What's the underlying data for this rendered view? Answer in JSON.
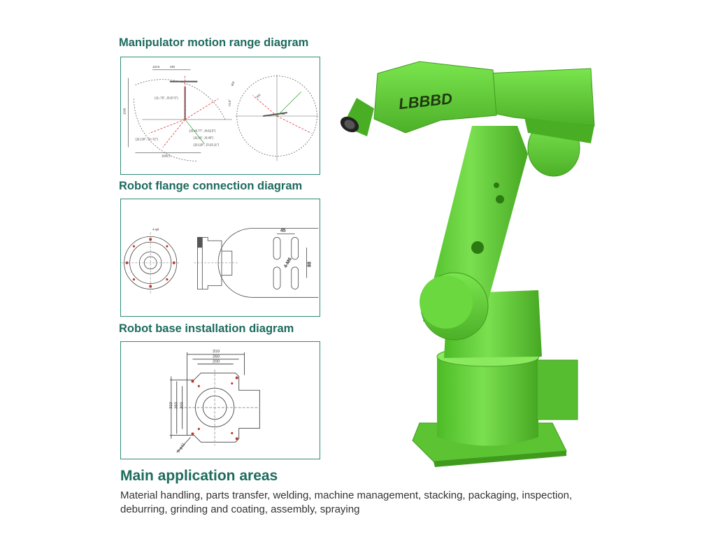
{
  "sections": [
    {
      "title": "Manipulator motion range diagram"
    },
    {
      "title": "Robot flange connection diagram"
    },
    {
      "title": "Robot base installation diagram"
    }
  ],
  "motion_diagram": {
    "labels": [
      "110.5",
      "438",
      "1009",
      "(J1:-75°, J3:97.5°)",
      "(J2:46.77°, J3:62.5°)",
      "(J2:130°, J3:-72°)",
      "(J2:20°, J3:45°)",
      "(J2:120°, J3:23.21°)",
      "1005.5",
      "-72.5°",
      "800",
      "300",
      "J1"
    ]
  },
  "flange_diagram": {
    "labels": [
      "45",
      "4-M6",
      "88",
      "4-φ6"
    ]
  },
  "base_diagram": {
    "labels": [
      "310",
      "260",
      "200",
      "310",
      "260",
      "200",
      "8-φ11"
    ]
  },
  "robot": {
    "brand_mark": "LBBBD",
    "body_color": "#6ad640",
    "shade_color": "#4fb62a"
  },
  "applications": {
    "title": "Main application areas",
    "text_line1": "Material handling, parts transfer, welding, machine management, stacking, packaging, inspection,",
    "text_line2": "deburring, grinding and coating, assembly, spraying"
  }
}
